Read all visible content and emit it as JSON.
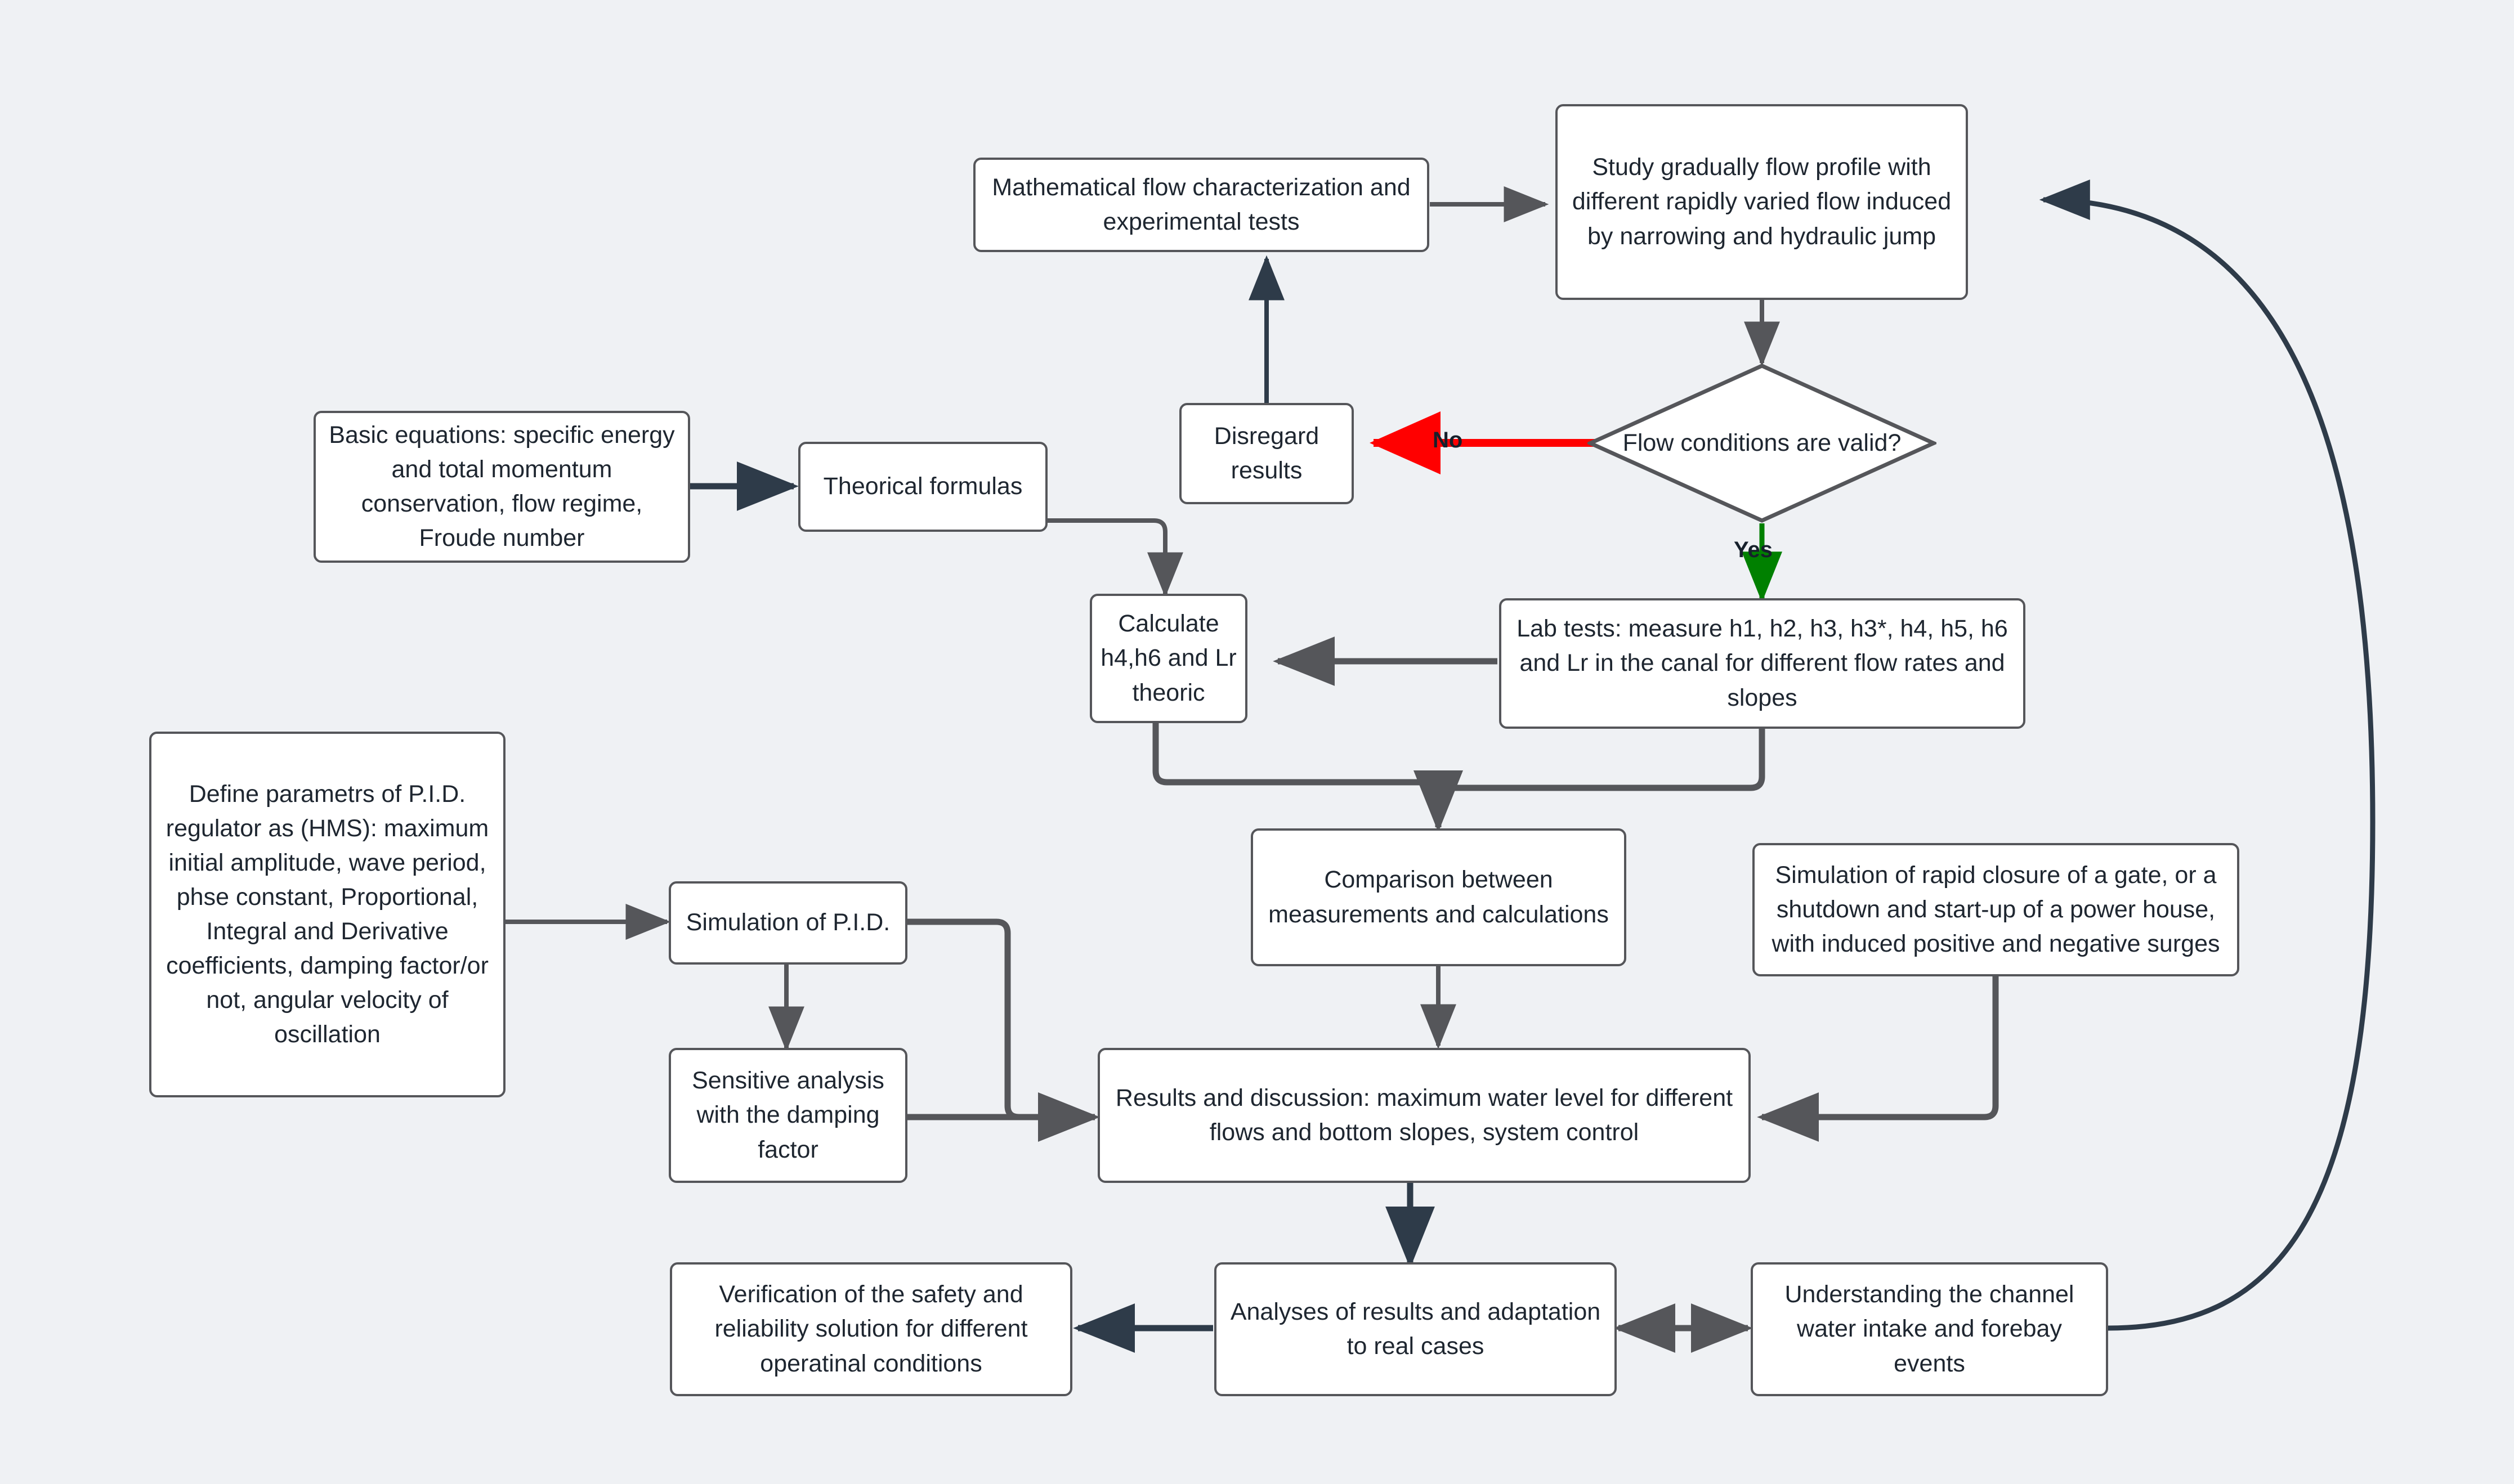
{
  "diagram": {
    "type": "flowchart",
    "title": "Hydraulic research methodology flowchart",
    "background_color": "#eff1f4",
    "node_fill": "#ffffff",
    "node_border": "#55565a",
    "edge_color": "#55565a",
    "edge_color_dark": "#2e3b49",
    "yes_color": "#008000",
    "no_color": "#ff0000"
  },
  "nodes": {
    "study_flow_profile": {
      "label": "Study gradually flow profile with different rapidly varied flow induced by narrowing and hydraulic jump"
    },
    "math_characterization": {
      "label": "Mathematical flow characterization and experimental tests"
    },
    "disregard_results": {
      "label": "Disregard results"
    },
    "flow_conditions_decision": {
      "label": "Flow conditions are valid?"
    },
    "basic_equations": {
      "label": "Basic equations: specific energy and total momentum conservation, flow regime, Froude number"
    },
    "theorical_formulas": {
      "label": "Theorical formulas"
    },
    "calculate_theoric": {
      "label": "Calculate h4,h6 and Lr theoric"
    },
    "lab_tests": {
      "label": "Lab tests: measure h1, h2, h3, h3*, h4, h5, h6 and Lr in the canal for different flow rates and slopes"
    },
    "define_pid_parameters": {
      "label": "Define parametrs of P.I.D. regulator as (HMS): maximum initial amplitude, wave period, phse constant, Proportional, Integral and Derivative coefficients, damping factor/or not, angular velocity of oscillation"
    },
    "simulation_pid": {
      "label": "Simulation of P.I.D."
    },
    "sensitive_analysis": {
      "label": "Sensitive analysis with the damping factor"
    },
    "comparison": {
      "label": "Comparison between measurements and calculations"
    },
    "simulation_rapid_closure": {
      "label": "Simulation of rapid closure of a gate, or a shutdown and start-up of a power house, with induced positive and negative surges"
    },
    "results_discussion": {
      "label": "Results and discussion: maximum water level for different flows and bottom slopes, system control"
    },
    "analyses_results": {
      "label": "Analyses of results and adaptation to real cases"
    },
    "verification_safety": {
      "label": "Verification of the safety and reliability solution for different operatinal conditions"
    },
    "understanding_channel": {
      "label": "Understanding the channel water intake and forebay events"
    }
  },
  "edge_labels": {
    "no": "No",
    "yes": "Yes"
  }
}
